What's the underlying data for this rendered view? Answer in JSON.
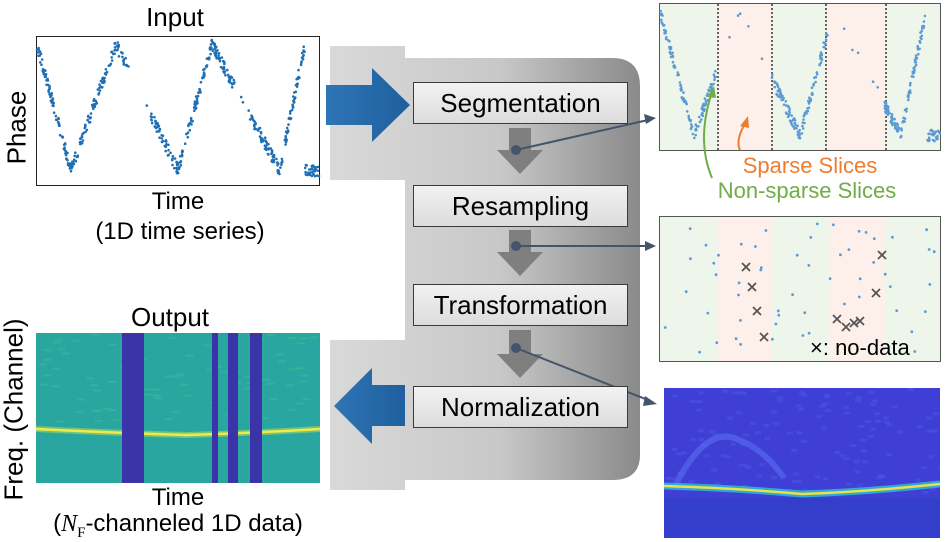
{
  "input": {
    "title": "Input",
    "y_label": "Phase",
    "x_label": "Time",
    "caption": "(1D time series)"
  },
  "output": {
    "title": "Output",
    "y_label": "Freq. (Channel)",
    "x_label": "Time",
    "caption_prefix": "N",
    "caption_sub": "F",
    "caption_rest": "-channeled 1D data)"
  },
  "pipeline": {
    "steps": [
      "Segmentation",
      "Resampling",
      "Transformation",
      "Normalization"
    ]
  },
  "segmentation_panel": {
    "sparse_label": "Sparse Slices",
    "nonsparse_label": "Non-sparse Slices",
    "sparse_color": "#ed7d31",
    "nonsparse_color": "#70ad47"
  },
  "resampling_panel": {
    "legend": "×: no-data"
  },
  "colors": {
    "arrow_blue": "#2e75b6",
    "point_blue": "#1f6fb5",
    "light_point": "#5b9bd5",
    "connector": "#44546a"
  }
}
